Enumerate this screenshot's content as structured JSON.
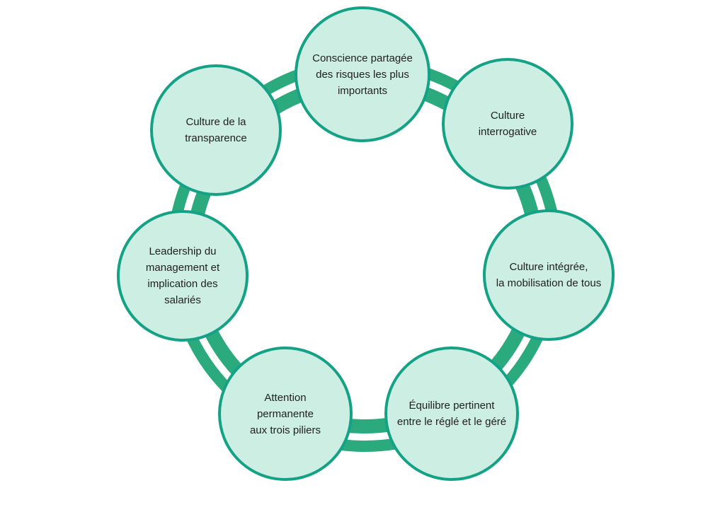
{
  "colors": {
    "ring_green": "#2bab7d",
    "node_border": "#14a286",
    "node_fill": "#cdeee2",
    "stripe_white": "#ffffff",
    "text": "#212121",
    "background": "#ffffff"
  },
  "nodes": [
    {
      "label": "Conscience partagée\ndes risques les plus\nimportants"
    },
    {
      "label": "Culture\ninterrogative"
    },
    {
      "label": "Culture intégrée,\nla mobilisation de tous"
    },
    {
      "label": "Équilibre pertinent\nentre le réglé et le géré"
    },
    {
      "label": "Attention\npermanente\naux trois piliers"
    },
    {
      "label": "Leadership du\nmanagement et\nimplication des\nsalariés"
    },
    {
      "label": "Culture de la\ntransparence"
    }
  ]
}
